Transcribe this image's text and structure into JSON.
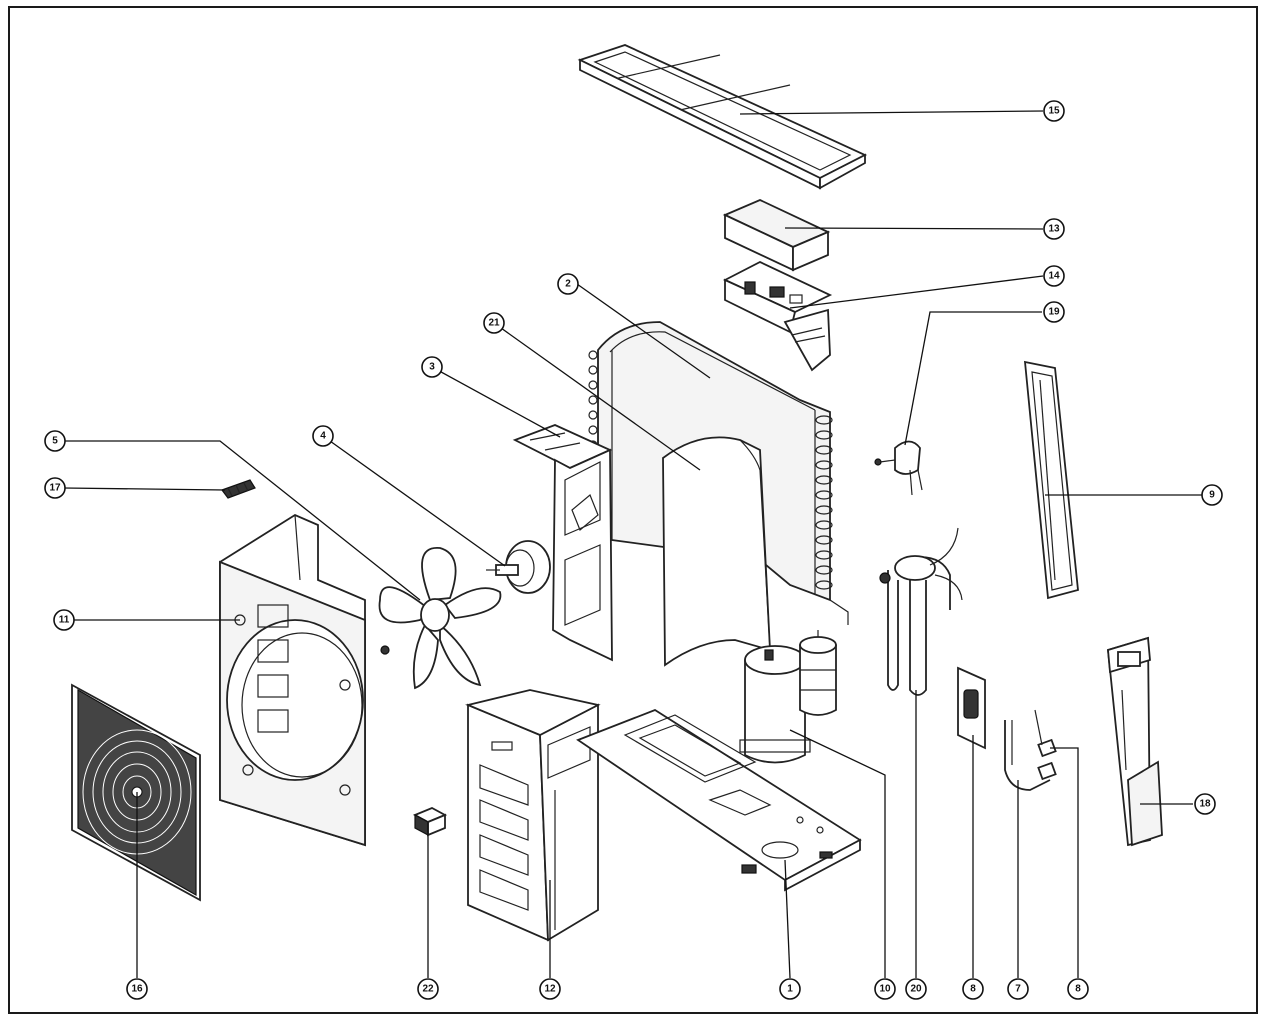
{
  "figure": {
    "kind": "exploded parts diagram"
  },
  "callouts": [
    {
      "id": "c15",
      "label": "15"
    },
    {
      "id": "c13",
      "label": "13"
    },
    {
      "id": "c14",
      "label": "14"
    },
    {
      "id": "c19",
      "label": "19"
    },
    {
      "id": "c2",
      "label": "2"
    },
    {
      "id": "c21",
      "label": "21"
    },
    {
      "id": "c3",
      "label": "3"
    },
    {
      "id": "c4",
      "label": "4"
    },
    {
      "id": "c5",
      "label": "5"
    },
    {
      "id": "c17",
      "label": "17"
    },
    {
      "id": "c9",
      "label": "9"
    },
    {
      "id": "c11",
      "label": "11"
    },
    {
      "id": "c18",
      "label": "18"
    },
    {
      "id": "c16",
      "label": "16"
    },
    {
      "id": "c22",
      "label": "22"
    },
    {
      "id": "c12",
      "label": "12"
    },
    {
      "id": "c1",
      "label": "1"
    },
    {
      "id": "c10",
      "label": "10"
    },
    {
      "id": "c20",
      "label": "20"
    },
    {
      "id": "c8a",
      "label": "8"
    },
    {
      "id": "c7",
      "label": "7"
    },
    {
      "id": "c8b",
      "label": "8"
    }
  ]
}
